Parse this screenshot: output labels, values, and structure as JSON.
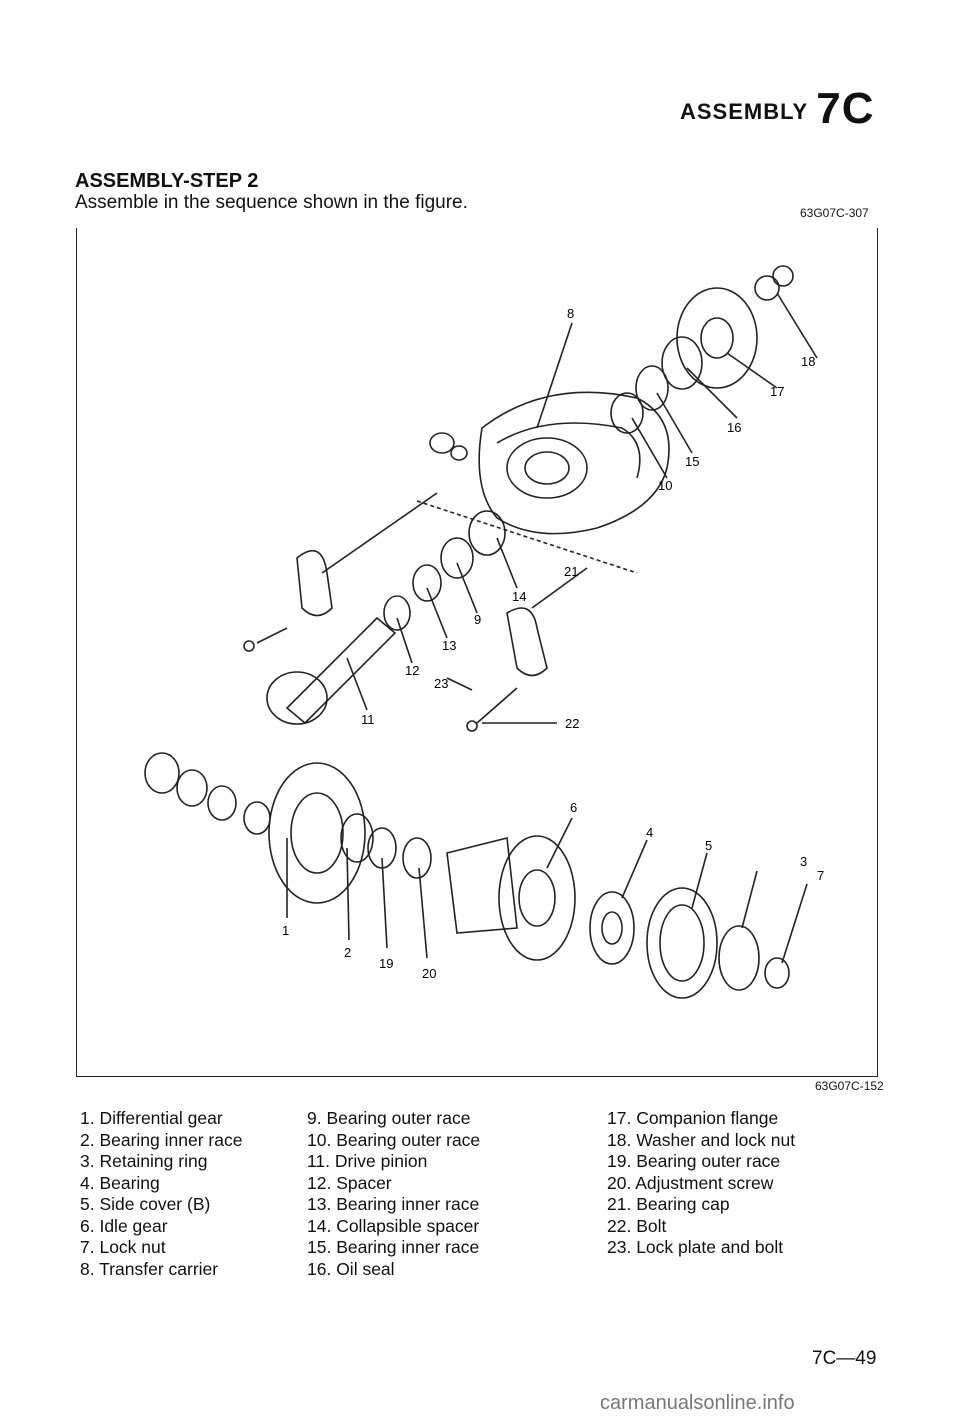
{
  "header": {
    "title": "ASSEMBLY",
    "section_code": "7C"
  },
  "step": {
    "heading": "ASSEMBLY-STEP 2",
    "instruction": "Assemble in the sequence shown in the figure."
  },
  "figure": {
    "ref_top": "63G07C-307",
    "ref_bottom": "63G07C-152"
  },
  "legend": [
    [
      "1. Differential gear",
      "2. Bearing inner race",
      "3. Retaining ring",
      "4. Bearing",
      "5. Side cover (B)",
      "6. Idle gear",
      "7. Lock nut",
      "8. Transfer carrier"
    ],
    [
      "9. Bearing outer race",
      "10. Bearing outer race",
      "11. Drive pinion",
      "12. Spacer",
      "13. Bearing inner race",
      "14. Collapsible spacer",
      "15. Bearing inner race",
      "16. Oil seal"
    ],
    [
      "17. Companion flange",
      "18. Washer and lock nut",
      "19. Bearing outer race",
      "20. Adjustment screw",
      "21. Bearing cap",
      "22. Bolt",
      "23. Lock plate and bolt"
    ]
  ],
  "callouts": [
    "1",
    "2",
    "3",
    "4",
    "5",
    "6",
    "7",
    "8",
    "9",
    "10",
    "11",
    "12",
    "13",
    "14",
    "15",
    "16",
    "17",
    "18",
    "19",
    "20",
    "21",
    "22",
    "23"
  ],
  "page_number": "7C—49",
  "watermark": "carmanualsonline.info"
}
